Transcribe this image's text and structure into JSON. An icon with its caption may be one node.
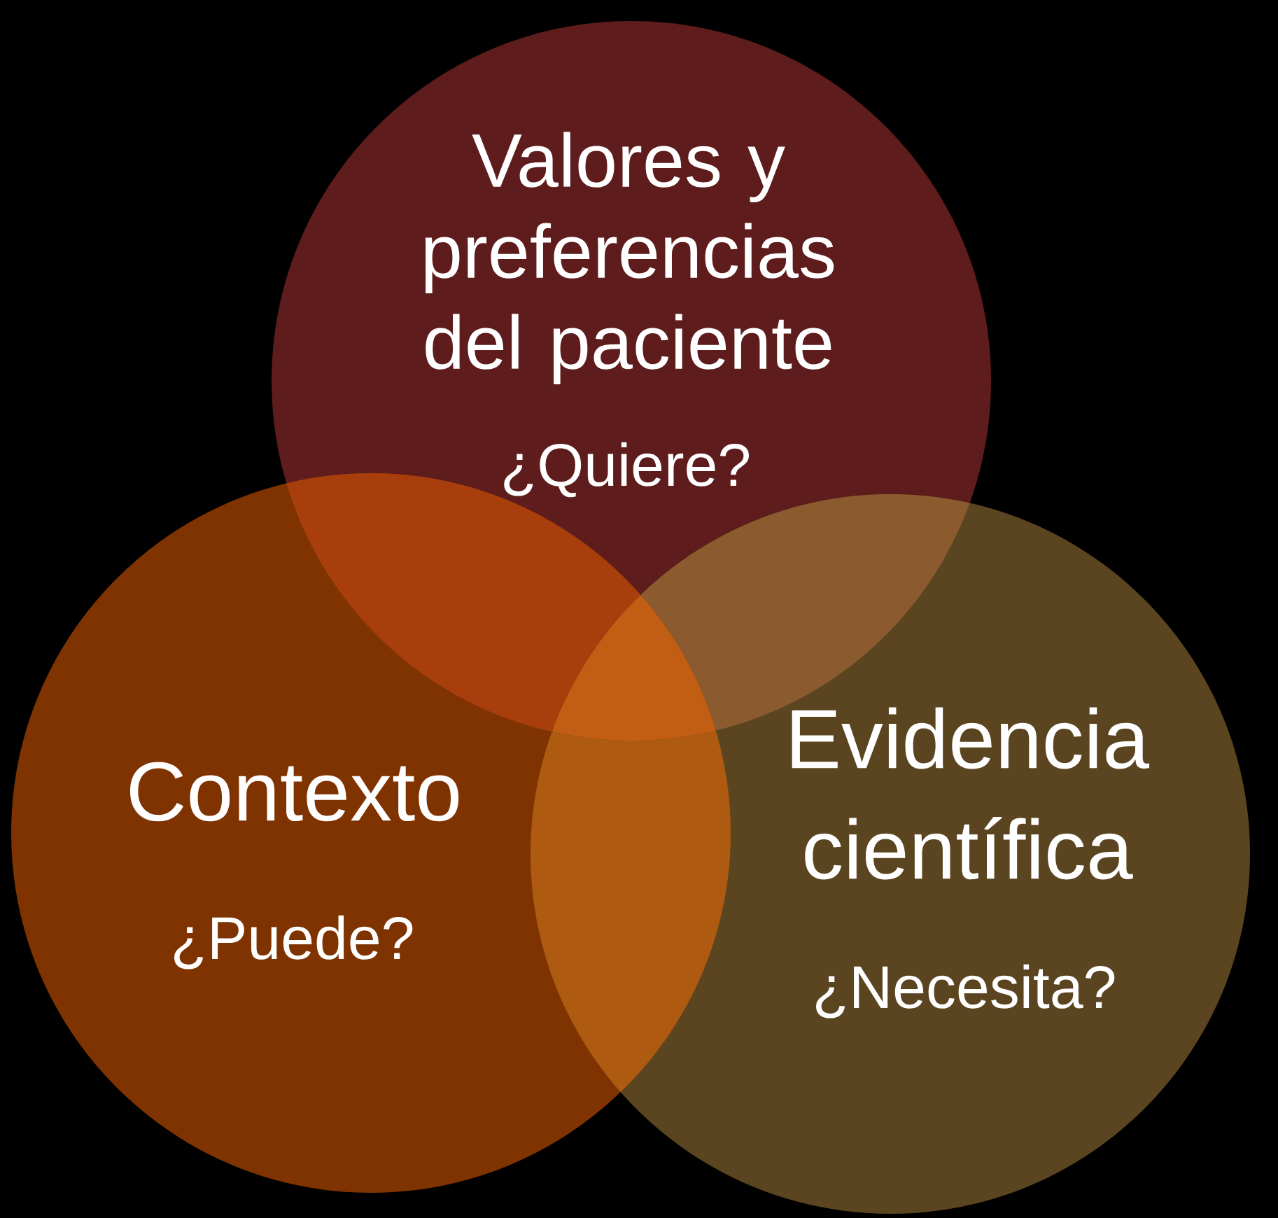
{
  "diagram": {
    "nodes": [
      {
        "text": [
          "Valores y preferencias del paciente",
          "¿Quiere?"
        ]
      },
      {
        "text": [
          "Contexto",
          "¿Puede?"
        ]
      },
      {
        "text": [
          "Evidencia científica",
          "¿Necesita?"
        ]
      }
    ]
  }
}
